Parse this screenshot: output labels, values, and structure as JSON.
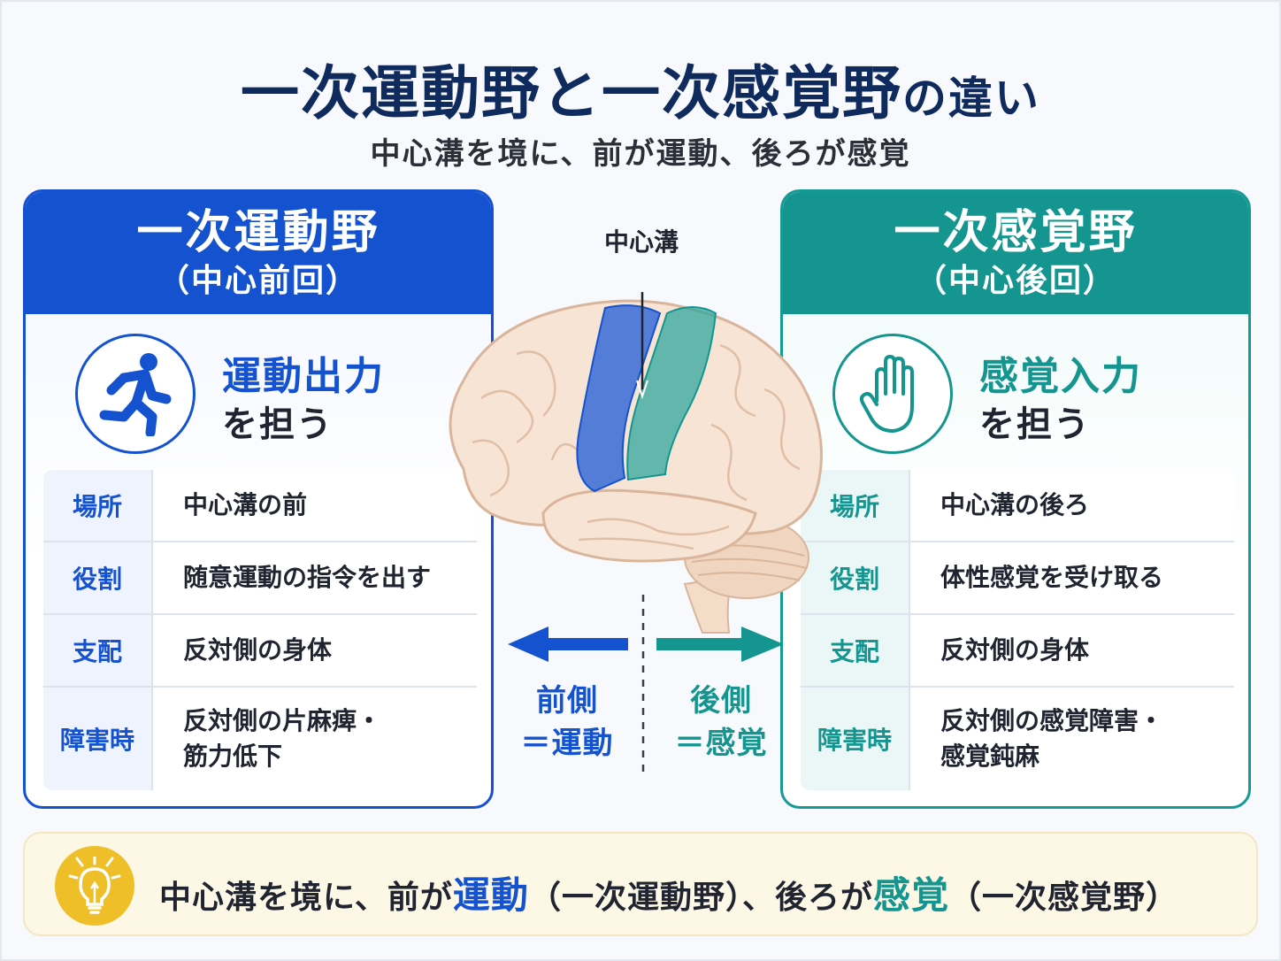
{
  "title": {
    "main": "一次運動野と一次感覚野",
    "suffix": "の違い"
  },
  "subtitle": "中心溝を境に、前が運動、後ろが感覚",
  "motor": {
    "name": "一次運動野",
    "sub": "（中心前回）",
    "role_line1": "運動出力",
    "role_line2": "を担う",
    "icon": "running-person-icon",
    "rows": [
      {
        "key": "場所",
        "value": "中心溝の前"
      },
      {
        "key": "役割",
        "value": "随意運動の指令を出す"
      },
      {
        "key": "支配",
        "value": "反対側の身体"
      },
      {
        "key": "障害時",
        "value_line1": "反対側の片麻痺・",
        "value_line2": "筋力低下"
      }
    ]
  },
  "sensory": {
    "name": "一次感覚野",
    "sub": "（中心後回）",
    "role_line1": "感覚入力",
    "role_line2": "を担う",
    "icon": "hand-icon",
    "rows": [
      {
        "key": "場所",
        "value": "中心溝の後ろ"
      },
      {
        "key": "役割",
        "value": "体性感覚を受け取る"
      },
      {
        "key": "支配",
        "value": "反対側の身体"
      },
      {
        "key": "障害時",
        "value_line1": "反対側の感覚障害・",
        "value_line2": "感覚鈍麻"
      }
    ]
  },
  "center": {
    "sulcus_label": "中心溝",
    "front_line1": "前側",
    "front_line2": "＝運動",
    "back_line1": "後側",
    "back_line2": "＝感覚"
  },
  "note": {
    "part1": "中心溝を境に、前が",
    "hl1": "運動",
    "part2": "（一次運動野）、後ろが",
    "hl2": "感覚",
    "part3": "（一次感覚野）",
    "icon": "lightbulb-icon"
  },
  "colors": {
    "navy": "#0f2a5c",
    "motor": "#1452cf",
    "sensory": "#14958f",
    "note_bg": "#fdf7e6",
    "bulb": "#efbf2a"
  }
}
